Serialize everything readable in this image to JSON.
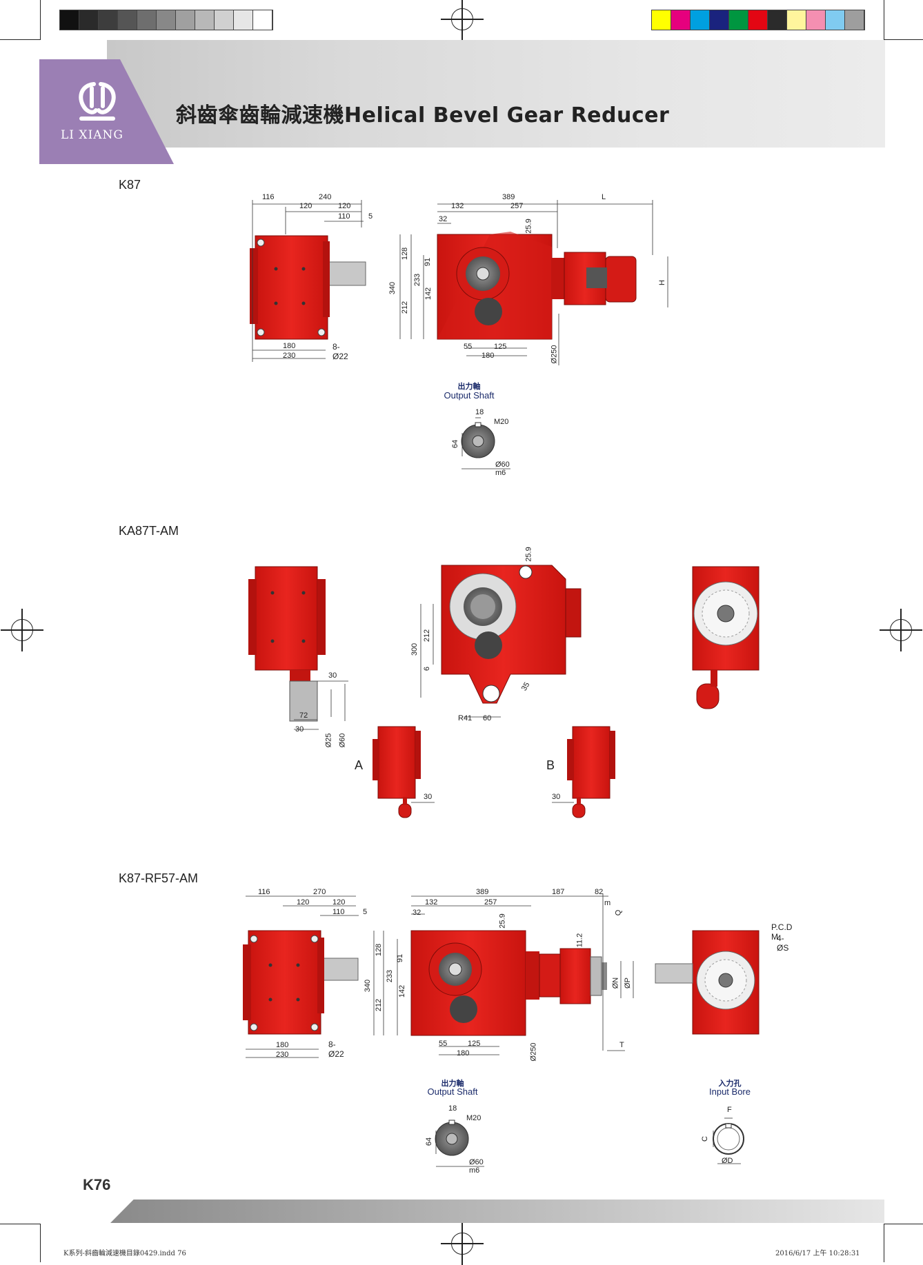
{
  "header": {
    "title_cn": "斜齒傘齒輪減速機",
    "title_en": "Helical Bevel Gear Reducer",
    "logo_text": "LI XIANG",
    "logo_icon": "lixiang-logo-icon"
  },
  "colors": {
    "accent_purple": "#9b7fb4",
    "gear_red": "#e0201c",
    "caption_blue": "#1a2a6a"
  },
  "color_bar": [
    "#ffff00",
    "#e6007e",
    "#00a0e0",
    "#1a237e",
    "#009640",
    "#e30613",
    "#2b2b2b",
    "#fff59d",
    "#f48fb1",
    "#80cbf0",
    "#9e9e9e"
  ],
  "gray_bar": [
    "#111111",
    "#2a2a2a",
    "#3d3d3d",
    "#555555",
    "#6e6e6e",
    "#888888",
    "#a0a0a0",
    "#b8b8b8",
    "#d0d0d0",
    "#e6e6e6",
    "#ffffff"
  ],
  "sections": {
    "k87": {
      "label": "K87",
      "dims": {
        "d116": "116",
        "d240": "240",
        "d120a": "120",
        "d120b": "120",
        "d110": "110",
        "d5": "5",
        "d180": "180",
        "d230": "230",
        "holes": "8-Ø22",
        "d389": "389",
        "d132": "132",
        "d257": "257",
        "dL": "L",
        "d32": "32",
        "d259": "25.9",
        "d340": "340",
        "d128": "128",
        "d91": "91",
        "d233": "233",
        "d142": "142",
        "d212": "212",
        "d55": "55",
        "d125": "125",
        "d180b": "180",
        "d250": "Ø250",
        "dH": "H"
      },
      "shaft": {
        "cap_cn": "出力軸",
        "cap_en": "Output Shaft",
        "d18": "18",
        "m20": "M20",
        "d64": "64",
        "d60m6": "Ø60 m6"
      }
    },
    "ka87": {
      "label": "KA87T-AM",
      "dims": {
        "d30": "30",
        "d72": "72",
        "d30b": "30",
        "d25": "Ø25",
        "d60": "Ø60",
        "d259": "25.9",
        "d300": "300",
        "d212": "212",
        "d6": "6",
        "d35": "35",
        "r41": "R41",
        "d60b": "60",
        "view_a": "A",
        "view_b": "B",
        "a30": "30",
        "b30": "30"
      }
    },
    "k87rf": {
      "label": "K87-RF57-AM",
      "dims": {
        "d116": "116",
        "d270": "270",
        "d120a": "120",
        "d120b": "120",
        "d110": "110",
        "d5": "5",
        "d180": "180",
        "d230": "230",
        "holes": "8-Ø22",
        "d389": "389",
        "d132": "132",
        "d257": "257",
        "d187": "187",
        "d82": "82",
        "dm": "m",
        "dQ": "Q",
        "d32": "32",
        "d259": "25.9",
        "d112": "11.2",
        "d340": "340",
        "d128": "128",
        "d91": "91",
        "d233": "233",
        "d142": "142",
        "d212": "212",
        "d55": "55",
        "d125": "125",
        "d180b": "180",
        "d250": "Ø250",
        "dN": "ØN",
        "dP": "ØP",
        "dT": "T",
        "pcd": "P.C.D M",
        "holes_s": "4-ØS"
      },
      "shaft": {
        "cap_cn": "出力軸",
        "cap_en": "Output Shaft",
        "d18": "18",
        "m20": "M20",
        "d64": "64",
        "d60m6": "Ø60 m6"
      },
      "bore": {
        "cap_cn": "入力孔",
        "cap_en": "Input Bore",
        "dF": "F",
        "dC": "C",
        "dD": "ØD"
      }
    }
  },
  "footer": {
    "page_number": "K76",
    "slug_left": "K系列-斜齒輪減速機目錄0429.indd   76",
    "slug_right": "2016/6/17   上午 10:28:31"
  }
}
